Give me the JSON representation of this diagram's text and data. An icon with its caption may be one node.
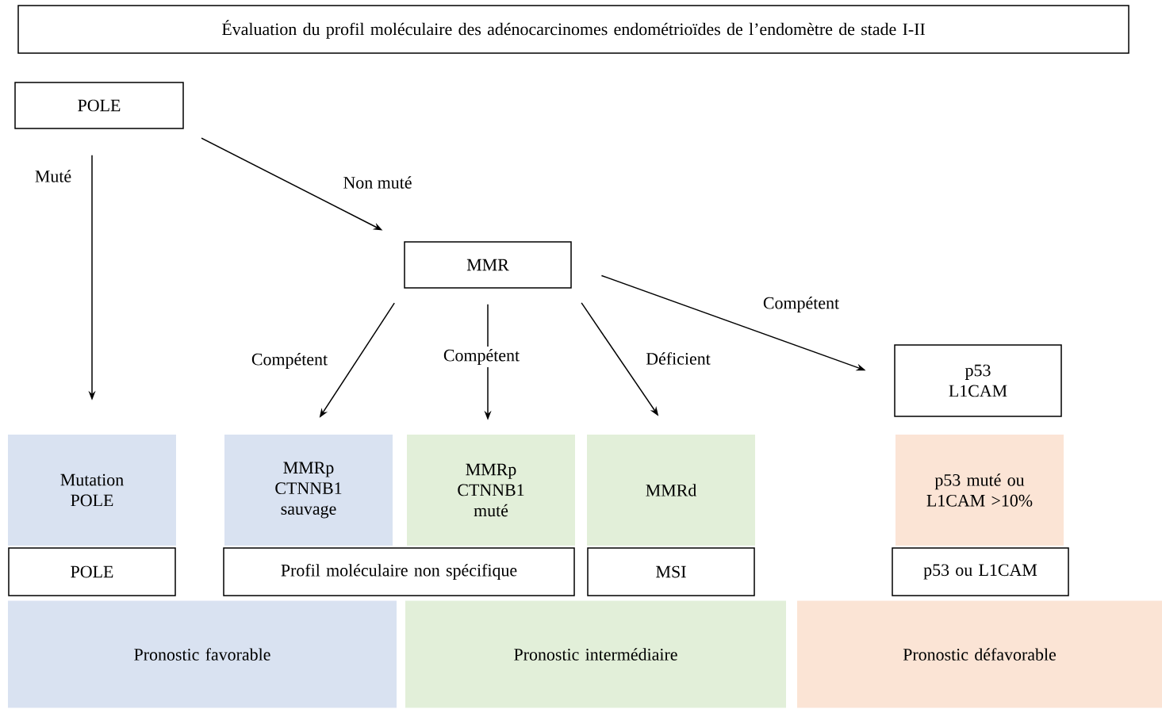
{
  "diagram": {
    "nodes": [
      {
        "text": [
          "Évaluation du profil moléculaire des adénocarcinomes endométrioïdes de l’endomètre de stade I-II"
        ]
      },
      {
        "text": [
          "POLE"
        ]
      },
      {
        "text": [
          "MMR"
        ]
      },
      {
        "text": [
          "p53 L1CAM"
        ]
      },
      {
        "text": [
          "Mutation POLE"
        ]
      },
      {
        "text": [
          "MMRp CTNNB1 sauvage"
        ]
      },
      {
        "text": [
          "MMRp CTNNB1 muté"
        ]
      },
      {
        "text": [
          "MMRd"
        ]
      },
      {
        "text": [
          "p53 muté ou L1CAM >10%"
        ]
      },
      {
        "text": [
          "POLE"
        ]
      },
      {
        "text": [
          "Profil moléculaire non spécifique"
        ]
      },
      {
        "text": [
          "MSI"
        ]
      },
      {
        "text": [
          "p53 ou L1CAM"
        ]
      },
      {
        "text": [
          "Pronostic favorable"
        ]
      },
      {
        "text": [
          "Pronostic intermédiaire"
        ]
      },
      {
        "text": [
          "Pronostic défavorable"
        ]
      }
    ],
    "edges": [
      {
        "from": 1,
        "to": 4,
        "arrow": "to",
        "label": "Muté"
      },
      {
        "from": 1,
        "to": 2,
        "arrow": "to",
        "label": "Non muté"
      },
      {
        "from": 2,
        "to": 5,
        "arrow": "to",
        "label": "Compétent"
      },
      {
        "from": 2,
        "to": 6,
        "arrow": "to",
        "label": "Compétent"
      },
      {
        "from": 2,
        "to": 7,
        "arrow": "to",
        "label": "Déficient"
      },
      {
        "from": 2,
        "to": 3,
        "arrow": "to",
        "label": "Compétent"
      }
    ]
  }
}
